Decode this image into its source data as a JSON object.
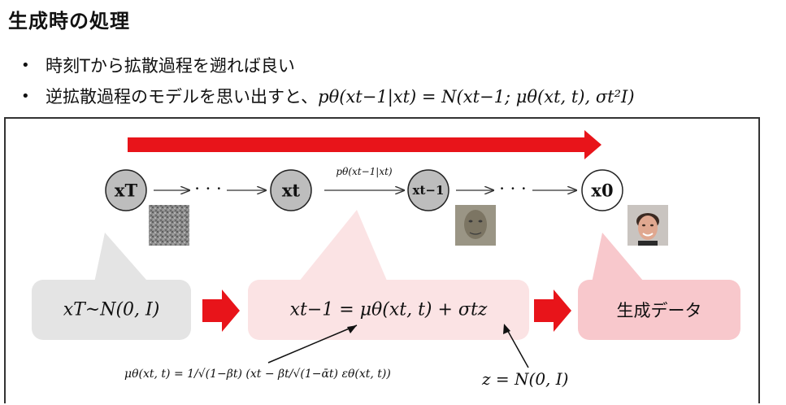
{
  "title": "生成時の処理",
  "bullets": [
    "時刻Tから拡散過程を遡れば良い",
    "逆拡散過程のモデルを思い出すと、"
  ],
  "bullet2_formula": "pθ(xt−1|xt) = N(xt−1; μθ(xt, t), σt²I)",
  "nodes": {
    "xT": "xT",
    "xt": "xt",
    "xt1": "xt−1",
    "x0": "x0"
  },
  "dots": "· · ·",
  "edge_label": "pθ(xt−1|xt)",
  "boxes": {
    "prior": "xT~N(0, I)",
    "step": "xt−1 = μθ(xt, t) + σtz",
    "output": "生成データ"
  },
  "mu_formula": "μθ(xt, t) = 1/√(1−βt) (xt − βt/√(1−ᾱt) εθ(xt, t))",
  "z_formula": "z = N(0, I)",
  "colors": {
    "arrow_red": "#e8141a",
    "gray_box": "#e4e4e4",
    "pink_box": "#fbe3e4",
    "pink_box2": "#f8c8cc",
    "node_gray": "#bdbdbd"
  }
}
